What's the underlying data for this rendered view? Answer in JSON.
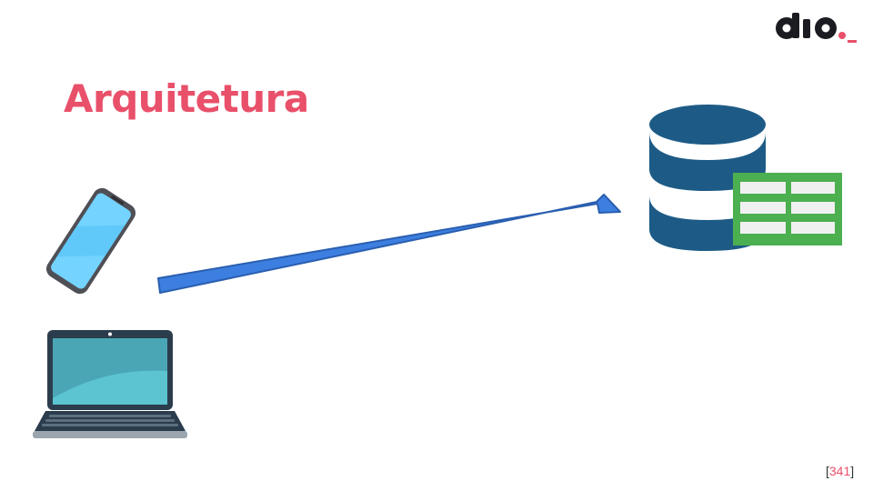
{
  "slide": {
    "title": "Arquitetura",
    "page_number": "341",
    "page_open": "[",
    "page_close": "]"
  },
  "logo": {
    "text": "dio",
    "icon": "dio-logo",
    "accent_color": "#e9506a",
    "dark_color": "#1b1b22"
  },
  "diagram": {
    "client_icons": [
      "smartphone-icon",
      "laptop-icon"
    ],
    "arrow_icon": "arrow-right-icon",
    "server_icon": "database-table-icon"
  },
  "colors": {
    "title": "#e9506a",
    "arrow": "#3d7fe0",
    "database": "#1d5b86",
    "table": "#4caf50"
  }
}
